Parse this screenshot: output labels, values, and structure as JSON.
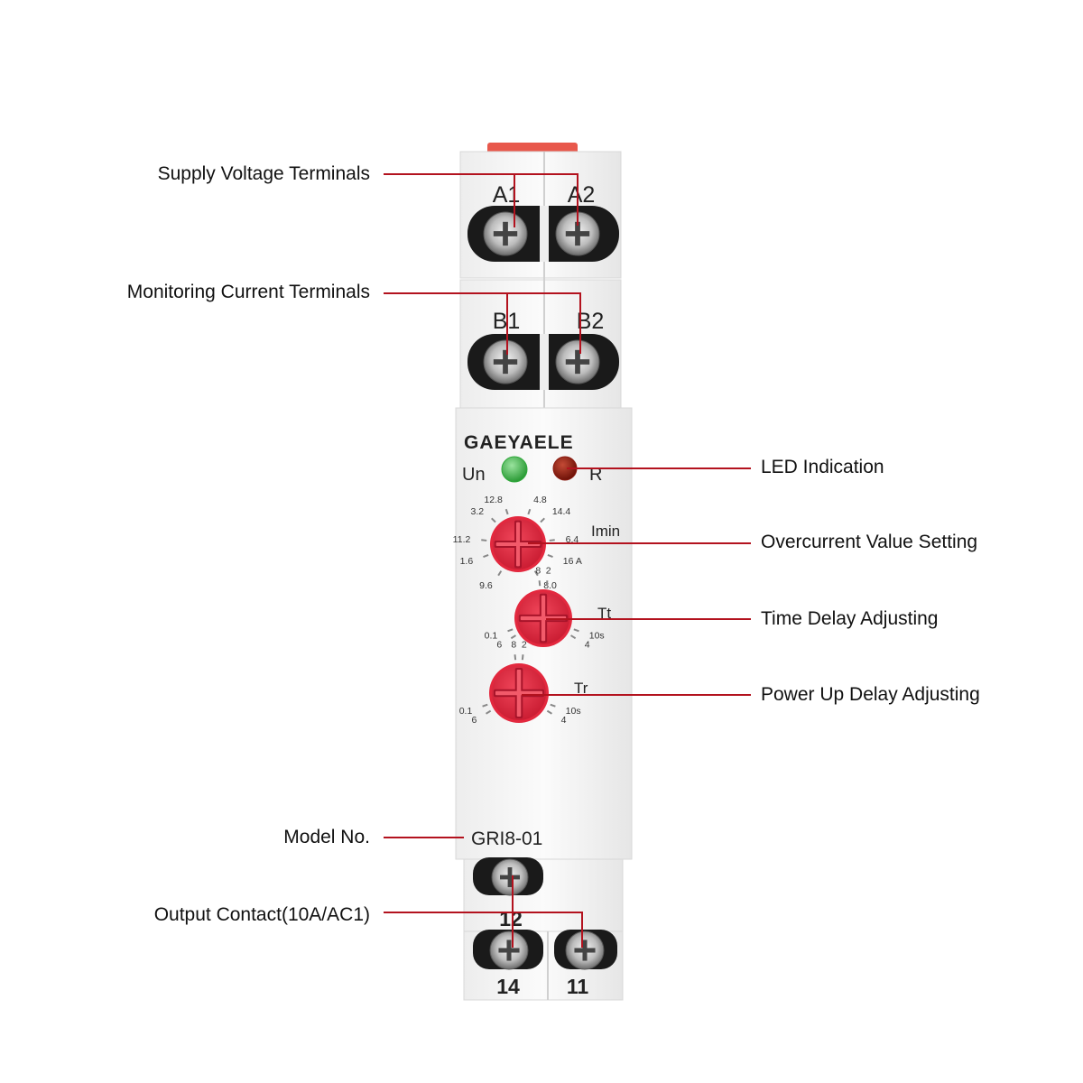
{
  "annotations": {
    "supply_voltage": "Supply Voltage Terminals",
    "monitoring_current": "Monitoring Current Terminals",
    "led_indication": "LED Indication",
    "overcurrent_setting": "Overcurrent Value Setting",
    "time_delay": "Time Delay Adjusting",
    "power_up_delay": "Power Up Delay Adjusting",
    "model_no": "Model No.",
    "output_contact": "Output Contact(10A/AC1)"
  },
  "device": {
    "brand": "GAEYAELE",
    "model": "GRI8-01",
    "terminal_a1": "A1",
    "terminal_a2": "A2",
    "terminal_b1": "B1",
    "terminal_b2": "B2",
    "terminal_12": "12",
    "terminal_14": "14",
    "terminal_11": "11",
    "led_un_label": "Un",
    "led_r_label": "R",
    "led_un_color": "#2fa83a",
    "led_r_color": "#8a1a10",
    "knob_color": "#e3283e",
    "line_color": "#b3121e"
  },
  "knobs": {
    "imin": {
      "label": "Imin",
      "scale": [
        "1.6",
        "3.2",
        "4.8",
        "6.4",
        "8.0",
        "9.6",
        "11.2",
        "12.8",
        "14.4",
        "16 A"
      ]
    },
    "tt": {
      "label": "Tt",
      "scale": [
        "0.1",
        "2",
        "4",
        "6",
        "8",
        "10s"
      ]
    },
    "tr": {
      "label": "Tr",
      "scale": [
        "0.1",
        "2",
        "4",
        "6",
        "8",
        "10s"
      ]
    }
  }
}
